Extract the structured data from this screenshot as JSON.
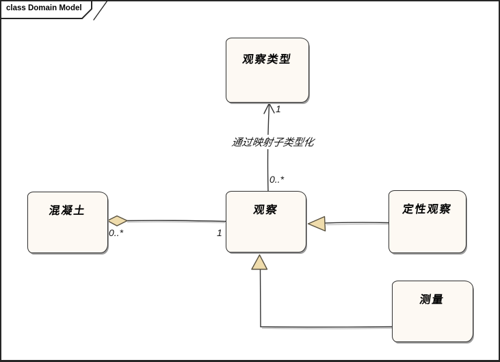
{
  "frame": {
    "title": "class Domain Model"
  },
  "palette": {
    "box_fill": "#FDF9F3",
    "accent_fill": "#EFDCAC",
    "line_color": "#333333",
    "shadow_color": "#9c9c9c"
  },
  "classes": {
    "observation_type": "观察类型",
    "concrete": "混凝土",
    "observation": "观察",
    "qualitative_observation": "定性观察",
    "measurement": "测量"
  },
  "connectors": {
    "typed_by": {
      "name": "通过映射子类型化",
      "target_multiplicity": "1",
      "source_multiplicity": "0..*"
    },
    "aggregation": {
      "concrete_end_multiplicity": "0..*",
      "observation_end_multiplicity": "1"
    }
  }
}
